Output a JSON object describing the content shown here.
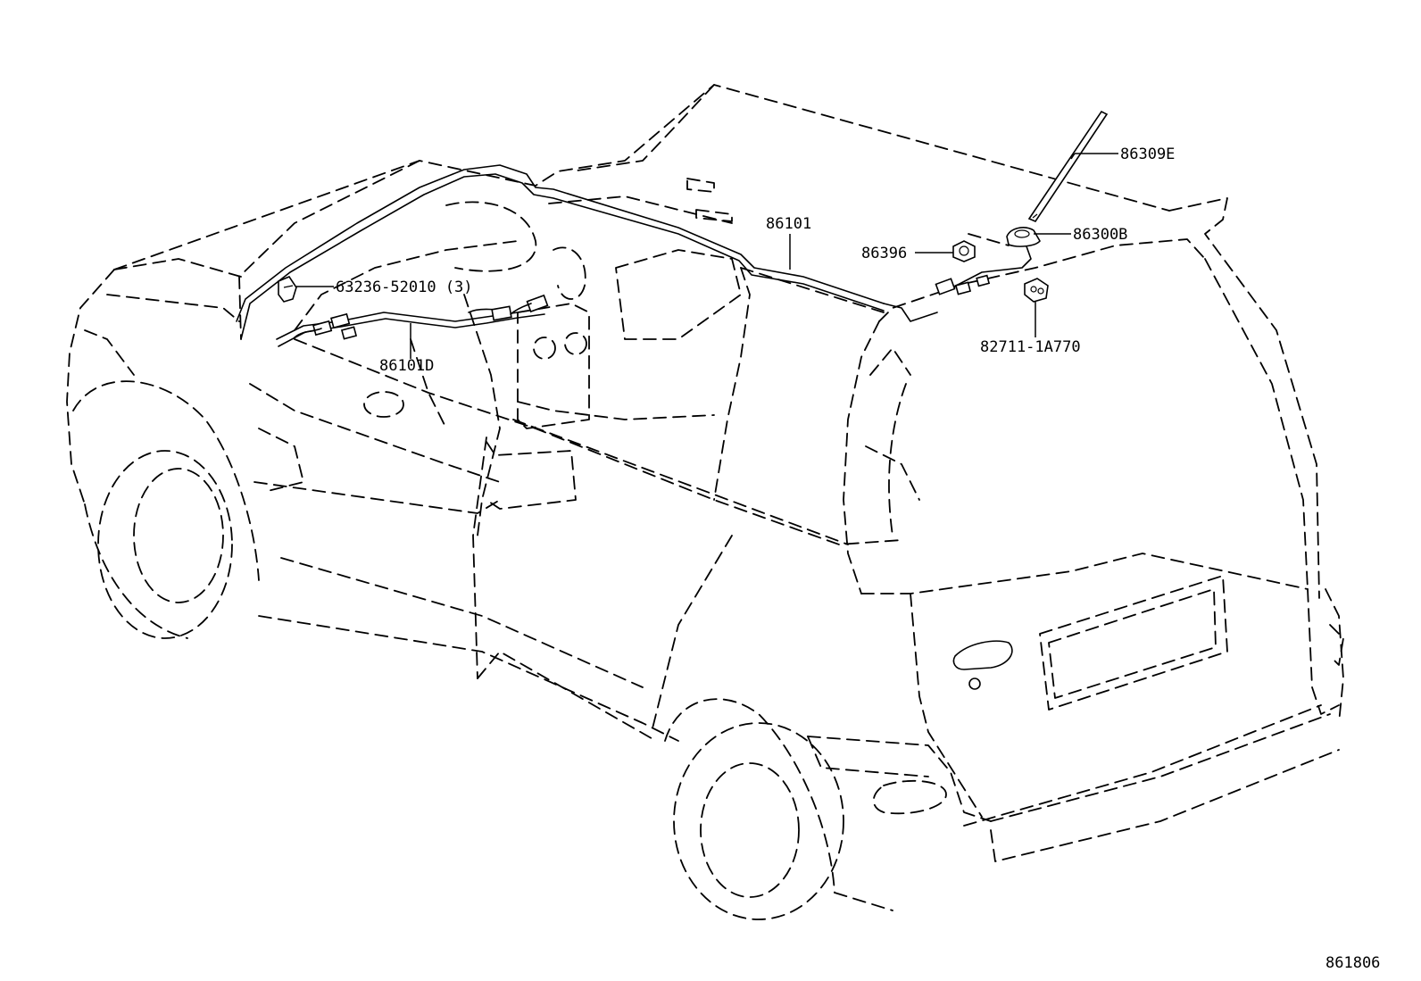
{
  "figure_number": "861806",
  "parts": [
    {
      "id": "antenna-rod",
      "label": "86309E"
    },
    {
      "id": "antenna-base",
      "label": "86300B"
    },
    {
      "id": "antenna-cord",
      "label": "86101"
    },
    {
      "id": "antenna-pad",
      "label": "86396"
    },
    {
      "id": "clamp",
      "label": "63236-52010 (3)"
    },
    {
      "id": "cord-sub",
      "label": "86101D"
    },
    {
      "id": "connector",
      "label": "82711-1A770"
    }
  ]
}
